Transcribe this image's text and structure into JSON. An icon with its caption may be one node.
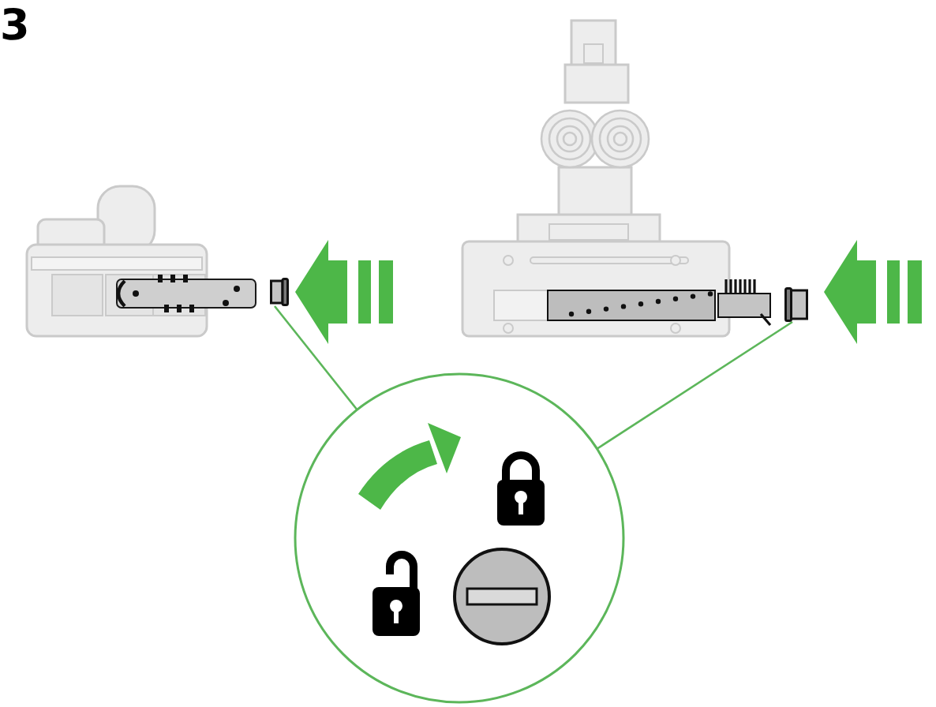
{
  "diagram": {
    "nodes": [
      {
        "text": [],
        "shape": "box"
      },
      {
        "text": [],
        "shape": "box"
      },
      {
        "text": [],
        "shape": "circle"
      }
    ],
    "edges": [
      {
        "from": 2,
        "to": 0,
        "arrow": "none"
      },
      {
        "from": 2,
        "to": 1,
        "arrow": "none"
      }
    ],
    "labels": [
      "3"
    ]
  }
}
